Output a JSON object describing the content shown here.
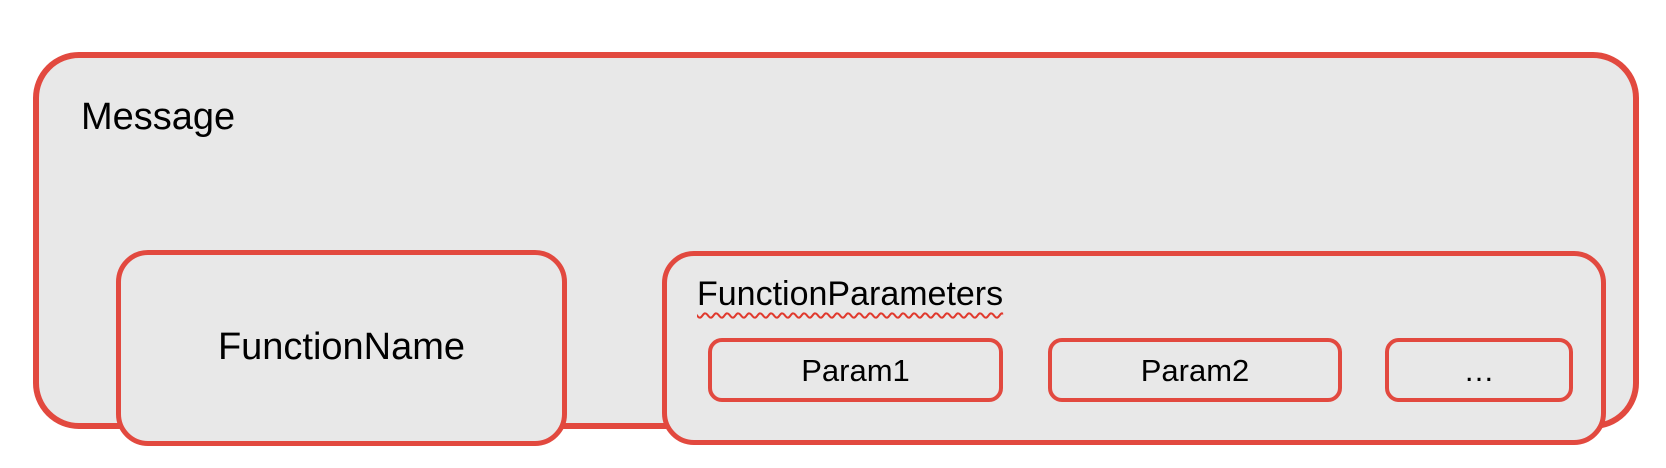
{
  "diagram": {
    "colors": {
      "background": "#ffffff",
      "shape_fill": "#e8e8e8",
      "border_red": "#e2493f",
      "squiggle_red": "#e03a2e",
      "text": "#000000"
    },
    "message": {
      "label": "Message"
    },
    "function_name": {
      "label": "FunctionName"
    },
    "function_parameters": {
      "label": "FunctionParameters",
      "params": [
        {
          "label": "Param1"
        },
        {
          "label": "Param2"
        },
        {
          "label": "…"
        }
      ]
    }
  }
}
